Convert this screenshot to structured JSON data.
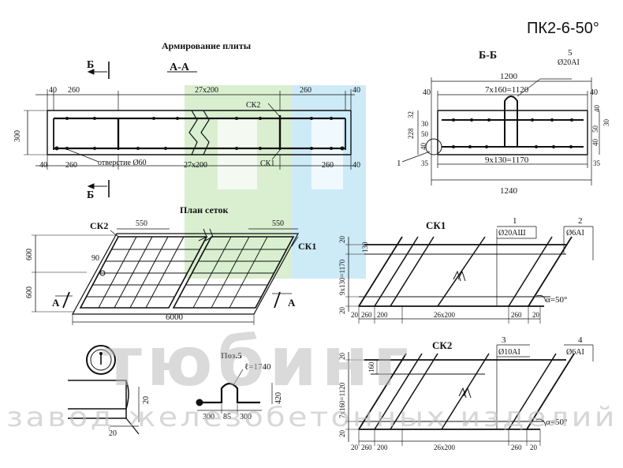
{
  "header": {
    "code": "ПК2-6-50°",
    "title_reinforcement": "Армирование плиты",
    "title_mesh_plan": "План сеток"
  },
  "section_aa": {
    "section_mark": "Б",
    "label": "А-А",
    "top_dims": [
      "40",
      "260",
      "27х200",
      "260",
      "40"
    ],
    "bottom_dims": [
      "40",
      "260",
      "отверстие Ø60",
      "27х200",
      "260",
      "40"
    ],
    "height": "300",
    "mesh_top": "СК2",
    "mesh_bottom": "СК1"
  },
  "section_bb": {
    "label": "Б-Б",
    "pos5_num": "5",
    "pos5_bar": "Ø20АI",
    "overall_top": "1200",
    "inner_top": "7х160=1120",
    "left_dims": [
      "228",
      "32",
      "30",
      "50",
      "40",
      "35"
    ],
    "right_dims": [
      "40",
      "50",
      "30",
      "40",
      "35"
    ],
    "bottom_inner": "9х130=1170",
    "overall_bottom": "1240",
    "pos1": "1",
    "side_40a": "40",
    "side_40b": "40"
  },
  "plan": {
    "mesh_left": "СК2",
    "mesh_right": "СК1",
    "dim_550a": "550",
    "dim_550b": "550",
    "dim_90": "90",
    "dim_600a": "600",
    "dim_600b": "600",
    "length": "6000",
    "section_a": "А"
  },
  "sk1": {
    "title": "СК1",
    "pos1_num": "1",
    "pos1_bar": "Ø20АШ",
    "pos2_num": "2",
    "pos2_bar": "Ø6АI",
    "left_dims": [
      "20",
      "130",
      "9х130=1170",
      "20"
    ],
    "bottom_dims": [
      "20",
      "260",
      "200",
      "26х200",
      "260",
      "20"
    ],
    "angle": "α=50°"
  },
  "sk2": {
    "title": "СК2",
    "pos3_num": "3",
    "pos3_bar": "Ø10АI",
    "pos4_num": "4",
    "pos4_bar": "Ø6АI",
    "left_dims": [
      "20",
      "160",
      "7х160=1120",
      "20"
    ],
    "bottom_dims": [
      "20",
      "260",
      "200",
      "26х200",
      "260",
      "20"
    ],
    "angle": "α=50°"
  },
  "detail": {
    "dim_20a": "20",
    "dim_20b": "20"
  },
  "pos5": {
    "title": "Поз.5",
    "length": "ℓ=1740",
    "height": "420",
    "bottom_dims": [
      "300",
      "85",
      "300"
    ]
  },
  "watermark": {
    "brand": "тюбинг",
    "tagline": "завод железобетонных изделий"
  },
  "colors": {
    "line": "#111111",
    "watermark_green": "#d2ecc8",
    "watermark_blue": "#c8e8f6",
    "watermark_text": "#bdbdbd"
  }
}
